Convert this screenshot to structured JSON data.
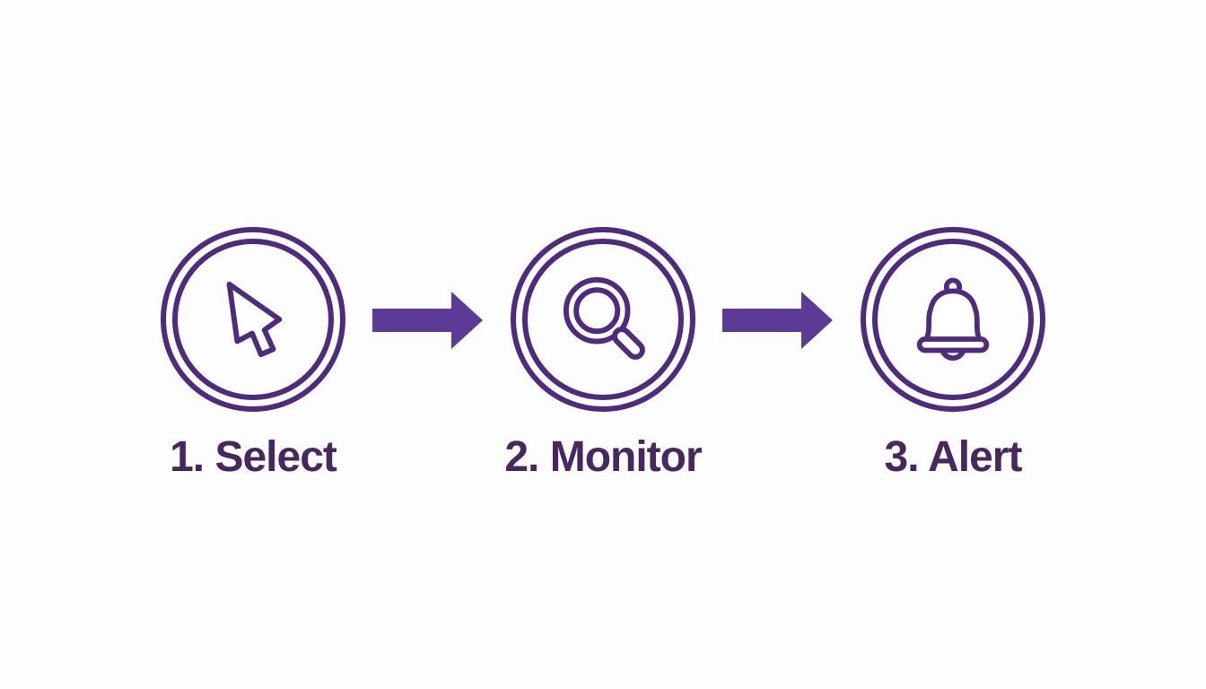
{
  "diagram": {
    "title": "select-monitor-alert-process",
    "steps": [
      {
        "label": "1. Select",
        "icon": "cursor-icon"
      },
      {
        "label": "2. Monitor",
        "icon": "magnifier-icon"
      },
      {
        "label": "3. Alert",
        "icon": "bell-icon"
      }
    ],
    "arrows": 2,
    "colors": {
      "background": "#fdfdfd",
      "outline": "#4e2b7d",
      "arrow": "#5c3b96",
      "label": "#46285f"
    }
  }
}
